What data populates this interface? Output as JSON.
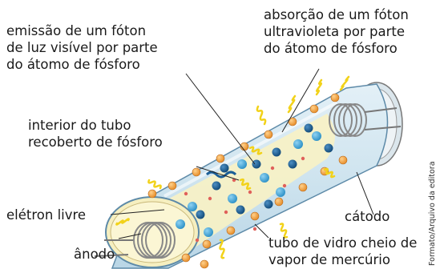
{
  "labels": {
    "emissao": [
      "emissão de um fóton",
      "de luz visível por parte",
      "do átomo de fósforo"
    ],
    "absorcao": [
      "absorção de um fóton",
      "ultravioleta por parte",
      "do átomo de fósforo"
    ],
    "interior": [
      "interior do tubo",
      "recoberto de fósforo"
    ],
    "eletron": "elétron livre",
    "catodo": "cátodo",
    "anodo": "ânodo",
    "tubo": [
      "tubo de vidro cheio de",
      "vapor de mercúrio"
    ]
  },
  "credit": "Formato/Arquivo da editora",
  "colors": {
    "glass": "#cfe4ef",
    "phosphor_interior": "#f8f2c4",
    "electron": "#1b5f97",
    "mercury_atom": "#3fa8dc",
    "phosphor_atom": "#f0a040",
    "photon": "#f2d21a",
    "electrode": "#777777"
  }
}
